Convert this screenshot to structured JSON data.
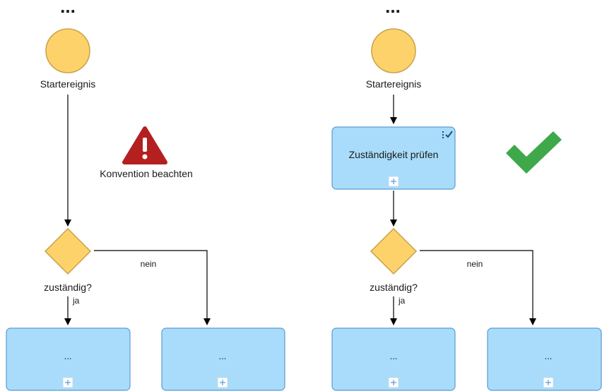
{
  "left": {
    "ellipsis": "...",
    "start_label": "Startereignis",
    "warning_text": "Konvention beachten",
    "gateway_label": "zuständig?",
    "yes_label": "ja",
    "no_label": "nein",
    "task_left_label": "...",
    "task_right_label": "..."
  },
  "right": {
    "ellipsis": "...",
    "start_label": "Startereignis",
    "check_task_label": "Zuständigkeit prüfen",
    "gateway_label": "zuständig?",
    "yes_label": "ja",
    "no_label": "nein",
    "task_left_label": "...",
    "task_right_label": "..."
  },
  "icons": {
    "warning": "warning-triangle-icon",
    "check": "checkmark-icon",
    "expand": "plus-icon",
    "task_type": "checklist-icon"
  },
  "colors": {
    "event_fill": "#fdd26b",
    "event_stroke": "#c8a24a",
    "task_fill": "#a8dcfa",
    "task_stroke": "#5b9bd5",
    "warning": "#b3201f",
    "check": "#3fa84a"
  }
}
